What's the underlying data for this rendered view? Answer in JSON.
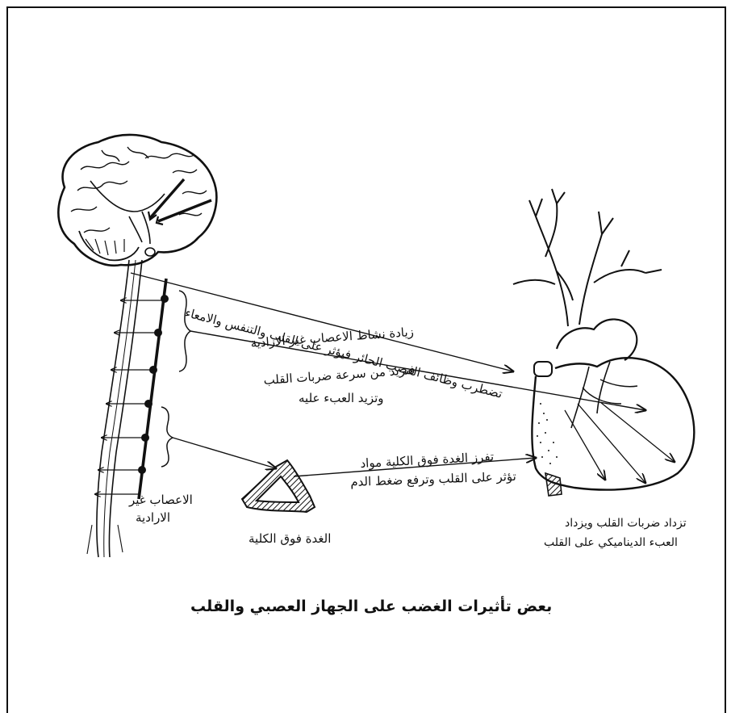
{
  "labels": {
    "anger_effect_1": "تضطرب وظائف العصب الحائر فيؤثر على القلب والتنفس والامعاء",
    "anger_effect_2": "زيادة نشاط الاعصاب غير الارادية",
    "anger_effect_3": "فتزيد من سرعة ضربات القلب",
    "anger_effect_4": "وتزيد العبء عليه",
    "adrenal_secretion_1": "تفرز الغدة فوق الكلية مواد",
    "adrenal_secretion_2": "تؤثر على القلب وترفع ضغط الدم",
    "autonomic_nerves_1": "الاعصاب غير",
    "autonomic_nerves_2": "الارادية",
    "adrenal_gland": "الغدة فوق الكلية",
    "heart_result_1": "تزداد ضربات القلب ويزداد",
    "heart_result_2": "العبء الديناميكي على القلب",
    "caption": "بعض تأثيرات الغضب على الجهاز العصبي والقلب"
  }
}
